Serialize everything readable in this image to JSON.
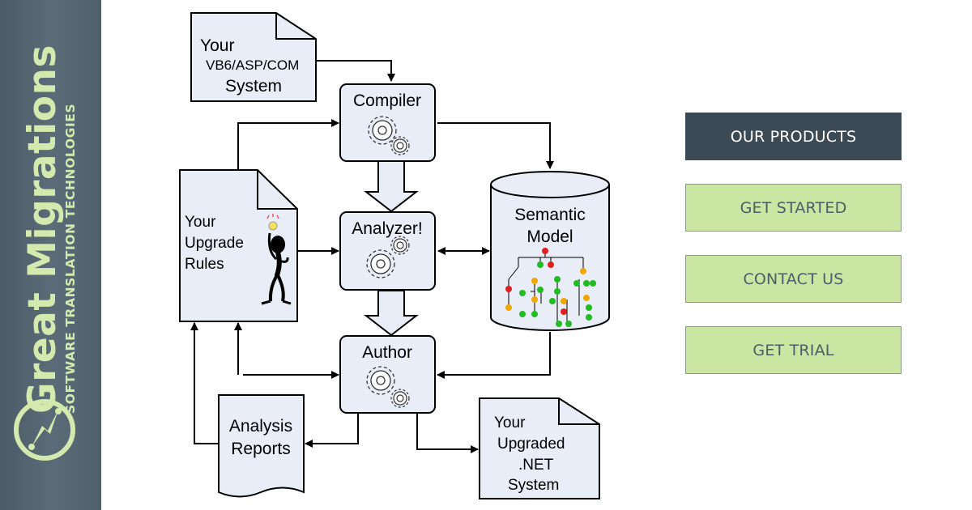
{
  "brand": {
    "name": "Great Migrations",
    "tagline": "SOFTWARE TRANSLATION TECHNOLOGIES",
    "colors": {
      "strip": "#556570",
      "accent": "#d3e9ad"
    },
    "logo_icon": "lightning-circle-icon"
  },
  "diagram": {
    "source_doc": {
      "line1": "Your",
      "line2": "VB6/ASP/COM",
      "line3": "System"
    },
    "compiler": {
      "label": "Compiler",
      "icon": "gears-icon"
    },
    "analyzer": {
      "label": "Analyzer!",
      "icon": "gears-icon"
    },
    "author": {
      "label": "Author",
      "icon": "gears-icon"
    },
    "rules_doc": {
      "line1": "Your",
      "line2": "Upgrade",
      "line3": "Rules",
      "icon": "thinking-figure-icon"
    },
    "semantic_model": {
      "line1": "Semantic",
      "line2": "Model",
      "icon": "tree-graph-icon"
    },
    "reports_doc": {
      "line1": "Analysis",
      "line2": "Reports"
    },
    "output_doc": {
      "line1": "Your",
      "line2": "Upgraded",
      "line3": ".NET",
      "line4": "System"
    },
    "colors": {
      "box_fill": "#e8edf7",
      "stroke": "#000000"
    }
  },
  "nav": {
    "products": "OUR PRODUCTS",
    "get_started": "GET STARTED",
    "contact": "CONTACT US",
    "get_trial": "GET TRIAL",
    "colors": {
      "primary_bg": "#3b4a55",
      "secondary_bg": "#cbe6a2",
      "secondary_text": "#4d5d68"
    }
  }
}
